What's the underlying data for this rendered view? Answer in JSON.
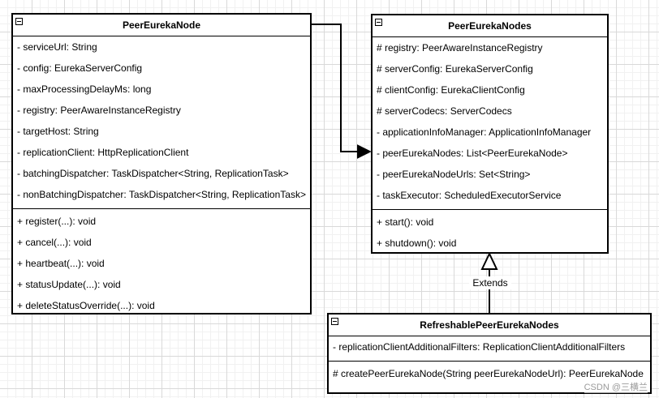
{
  "classes": {
    "peer_eureka_node": {
      "name": "PeerEurekaNode",
      "attributes": [
        "- serviceUrl: String",
        "- config: EurekaServerConfig",
        "- maxProcessingDelayMs: long",
        "- registry: PeerAwareInstanceRegistry",
        "- targetHost: String",
        "- replicationClient: HttpReplicationClient",
        "- batchingDispatcher: TaskDispatcher<String, ReplicationTask>",
        "- nonBatchingDispatcher: TaskDispatcher<String, ReplicationTask>"
      ],
      "methods": [
        "+ register(...): void",
        "+ cancel(...): void",
        "+ heartbeat(...): void",
        "+ statusUpdate(...): void",
        "+ deleteStatusOverride(...): void"
      ]
    },
    "peer_eureka_nodes": {
      "name": "PeerEurekaNodes",
      "attributes": [
        "# registry: PeerAwareInstanceRegistry",
        "# serverConfig: EurekaServerConfig",
        "# clientConfig: EurekaClientConfig",
        "# serverCodecs: ServerCodecs",
        "- applicationInfoManager: ApplicationInfoManager",
        "- peerEurekaNodes: List<PeerEurekaNode>",
        "- peerEurekaNodeUrls: Set<String>",
        "- taskExecutor: ScheduledExecutorService"
      ],
      "methods": [
        "+ start(): void",
        "+ shutdown(): void"
      ]
    },
    "refreshable_peer_eureka_nodes": {
      "name": "RefreshablePeerEurekaNodes",
      "attributes": [
        "- replicationClientAdditionalFilters: ReplicationClientAdditionalFilters"
      ],
      "methods": [
        "# createPeerEurekaNode(String peerEurekaNodeUrl): PeerEurekaNode"
      ]
    }
  },
  "edges": {
    "extends_label": "Extends"
  },
  "watermark": "CSDN @三横兰"
}
